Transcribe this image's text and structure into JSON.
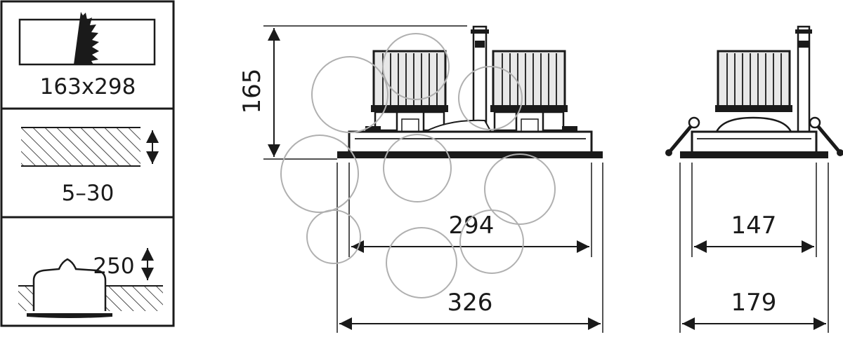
{
  "panels": {
    "cutout_label": "163x298",
    "ceiling_label": "5–30",
    "height_label": "250"
  },
  "dimensions": {
    "front_height": "165",
    "front_inner_width": "294",
    "front_outer_width": "326",
    "side_inner_width": "147",
    "side_outer_width": "179"
  },
  "colors": {
    "ink": "#1a1a1a",
    "watermark": "#b0b0b0"
  }
}
